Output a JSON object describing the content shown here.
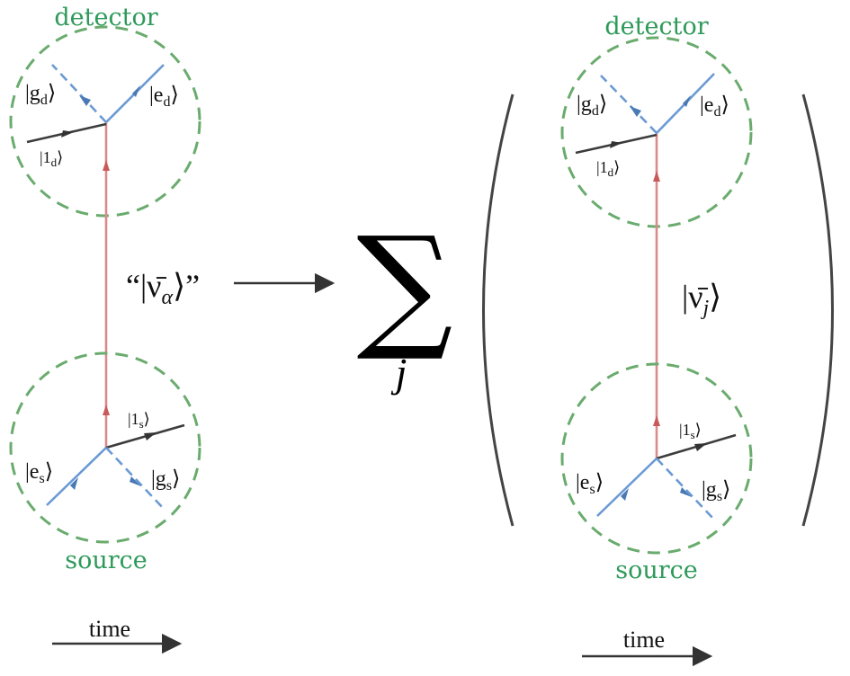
{
  "left_panel": {
    "detector_label": "detector",
    "source_label": "source",
    "ket_g_d": "|g",
    "ket_g_d_sub": "d",
    "ket_e_d": "|e",
    "ket_e_d_sub": "d",
    "ket_1_d": "|1",
    "ket_1_d_sub": "d",
    "ket_e_s": "|e",
    "ket_e_s_sub": "s",
    "ket_g_s": "|g",
    "ket_g_s_sub": "s",
    "ket_1_s": "|1",
    "ket_1_s_sub": "s",
    "neutrino_label": "“|ν̄",
    "neutrino_sub": "α",
    "neutrino_close": "⟩”",
    "time_label": "time"
  },
  "middle": {
    "sum_symbol": "∑",
    "sum_index": "j"
  },
  "right_panel": {
    "detector_label": "detector",
    "source_label": "source",
    "ket_g_d": "|g",
    "ket_g_d_sub": "d",
    "ket_e_d": "|e",
    "ket_e_d_sub": "d",
    "ket_1_d": "|1",
    "ket_1_d_sub": "d",
    "ket_e_s": "|e",
    "ket_e_s_sub": "s",
    "ket_g_s": "|g",
    "ket_g_s_sub": "s",
    "ket_1_s": "|1",
    "ket_1_s_sub": "s",
    "neutrino_label": "|ν̄",
    "neutrino_sub": "j",
    "neutrino_close": "⟩",
    "time_label": "time"
  },
  "colors": {
    "circle": "#6aab6e",
    "neutrino_line": "#d98a8a",
    "atom_line": "#6a9ad4",
    "photon_line": "#3c3c3c",
    "label_green": "#2e9a5a"
  }
}
